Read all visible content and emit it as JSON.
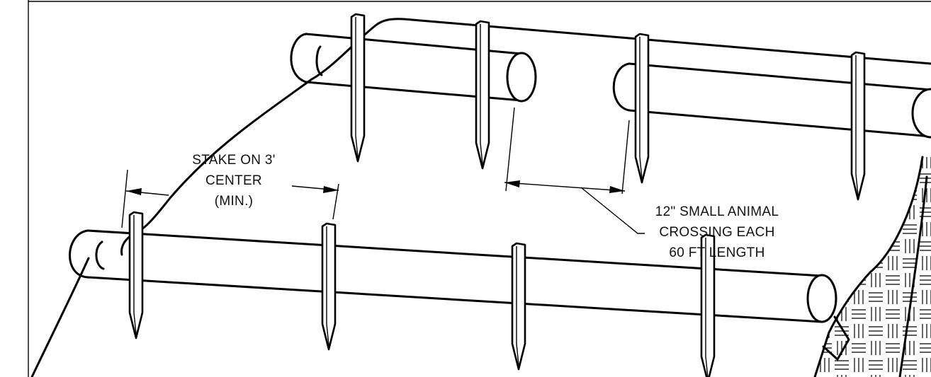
{
  "labels": {
    "stake_spacing": [
      "STAKE ON 3'",
      "CENTER",
      "(MIN.)"
    ],
    "crossing": [
      "12\" SMALL ANIMAL",
      "CROSSING EACH",
      "60 FT LENGTH"
    ]
  },
  "colors": {
    "line": "#000000",
    "background": "#ffffff"
  }
}
